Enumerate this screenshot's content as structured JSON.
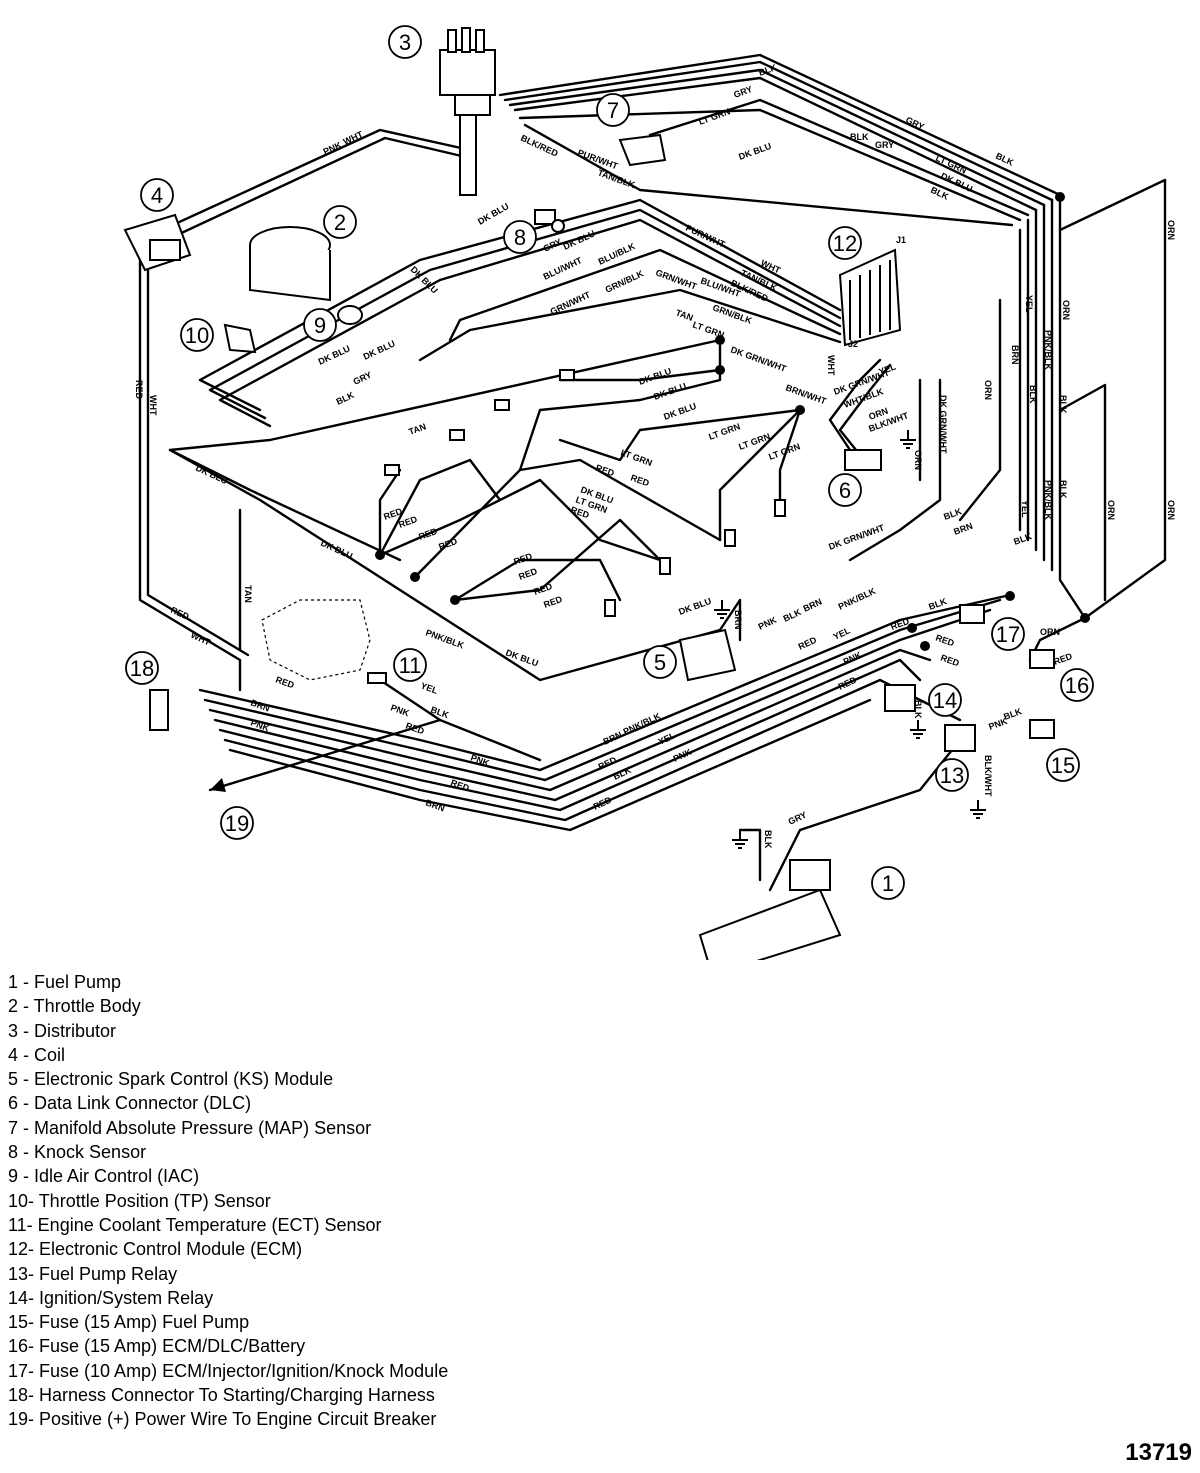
{
  "callouts": [
    "1",
    "2",
    "3",
    "4",
    "5",
    "6",
    "7",
    "8",
    "9",
    "10",
    "11",
    "12",
    "13",
    "14",
    "15",
    "16",
    "17",
    "18",
    "19"
  ],
  "wire_labels": {
    "blk": "BLK",
    "gry": "GRY",
    "lt_grn": "LT GRN",
    "dk_blu": "DK BLU",
    "pnk": "PNK",
    "wht": "WHT",
    "red": "RED",
    "tan": "TAN",
    "blk_red": "BLK/RED",
    "pur_wht": "PUR/WHT",
    "tan_blk": "TAN/BLK",
    "blu_wht": "BLU/WHT",
    "blu_blk": "BLU/BLK",
    "grn_wht": "GRN/WHT",
    "grn_blk": "GRN/BLK",
    "orn": "ORN",
    "yel": "YEL",
    "brn": "BRN",
    "pnk_blk": "PNK/BLK",
    "brn_wht": "BRN/WHT",
    "dk_grn_wht": "DK GRN/WHT",
    "wht_blk": "WHT/BLK",
    "blk_wht": "BLK/WHT",
    "j1": "J1",
    "j2": "J2"
  },
  "legend": [
    "1  - Fuel Pump",
    "2  - Throttle Body",
    "3  - Distributor",
    "4  - Coil",
    "5  - Electronic Spark Control (KS) Module",
    "6  - Data Link Connector (DLC)",
    "7  - Manifold Absolute Pressure (MAP) Sensor",
    "8  - Knock Sensor",
    "9  - Idle Air Control (IAC)",
    "10- Throttle Position (TP) Sensor",
    "11- Engine Coolant Temperature (ECT) Sensor",
    "12- Electronic Control Module (ECM)",
    "13- Fuel Pump Relay",
    "14- Ignition/System Relay",
    "15- Fuse (15 Amp) Fuel Pump",
    "16- Fuse (15 Amp) ECM/DLC/Battery",
    "17- Fuse (10 Amp) ECM/Injector/Ignition/Knock Module",
    "18- Harness Connector To Starting/Charging Harness",
    "19- Positive (+) Power Wire To Engine Circuit Breaker"
  ],
  "figure_number": "13719"
}
